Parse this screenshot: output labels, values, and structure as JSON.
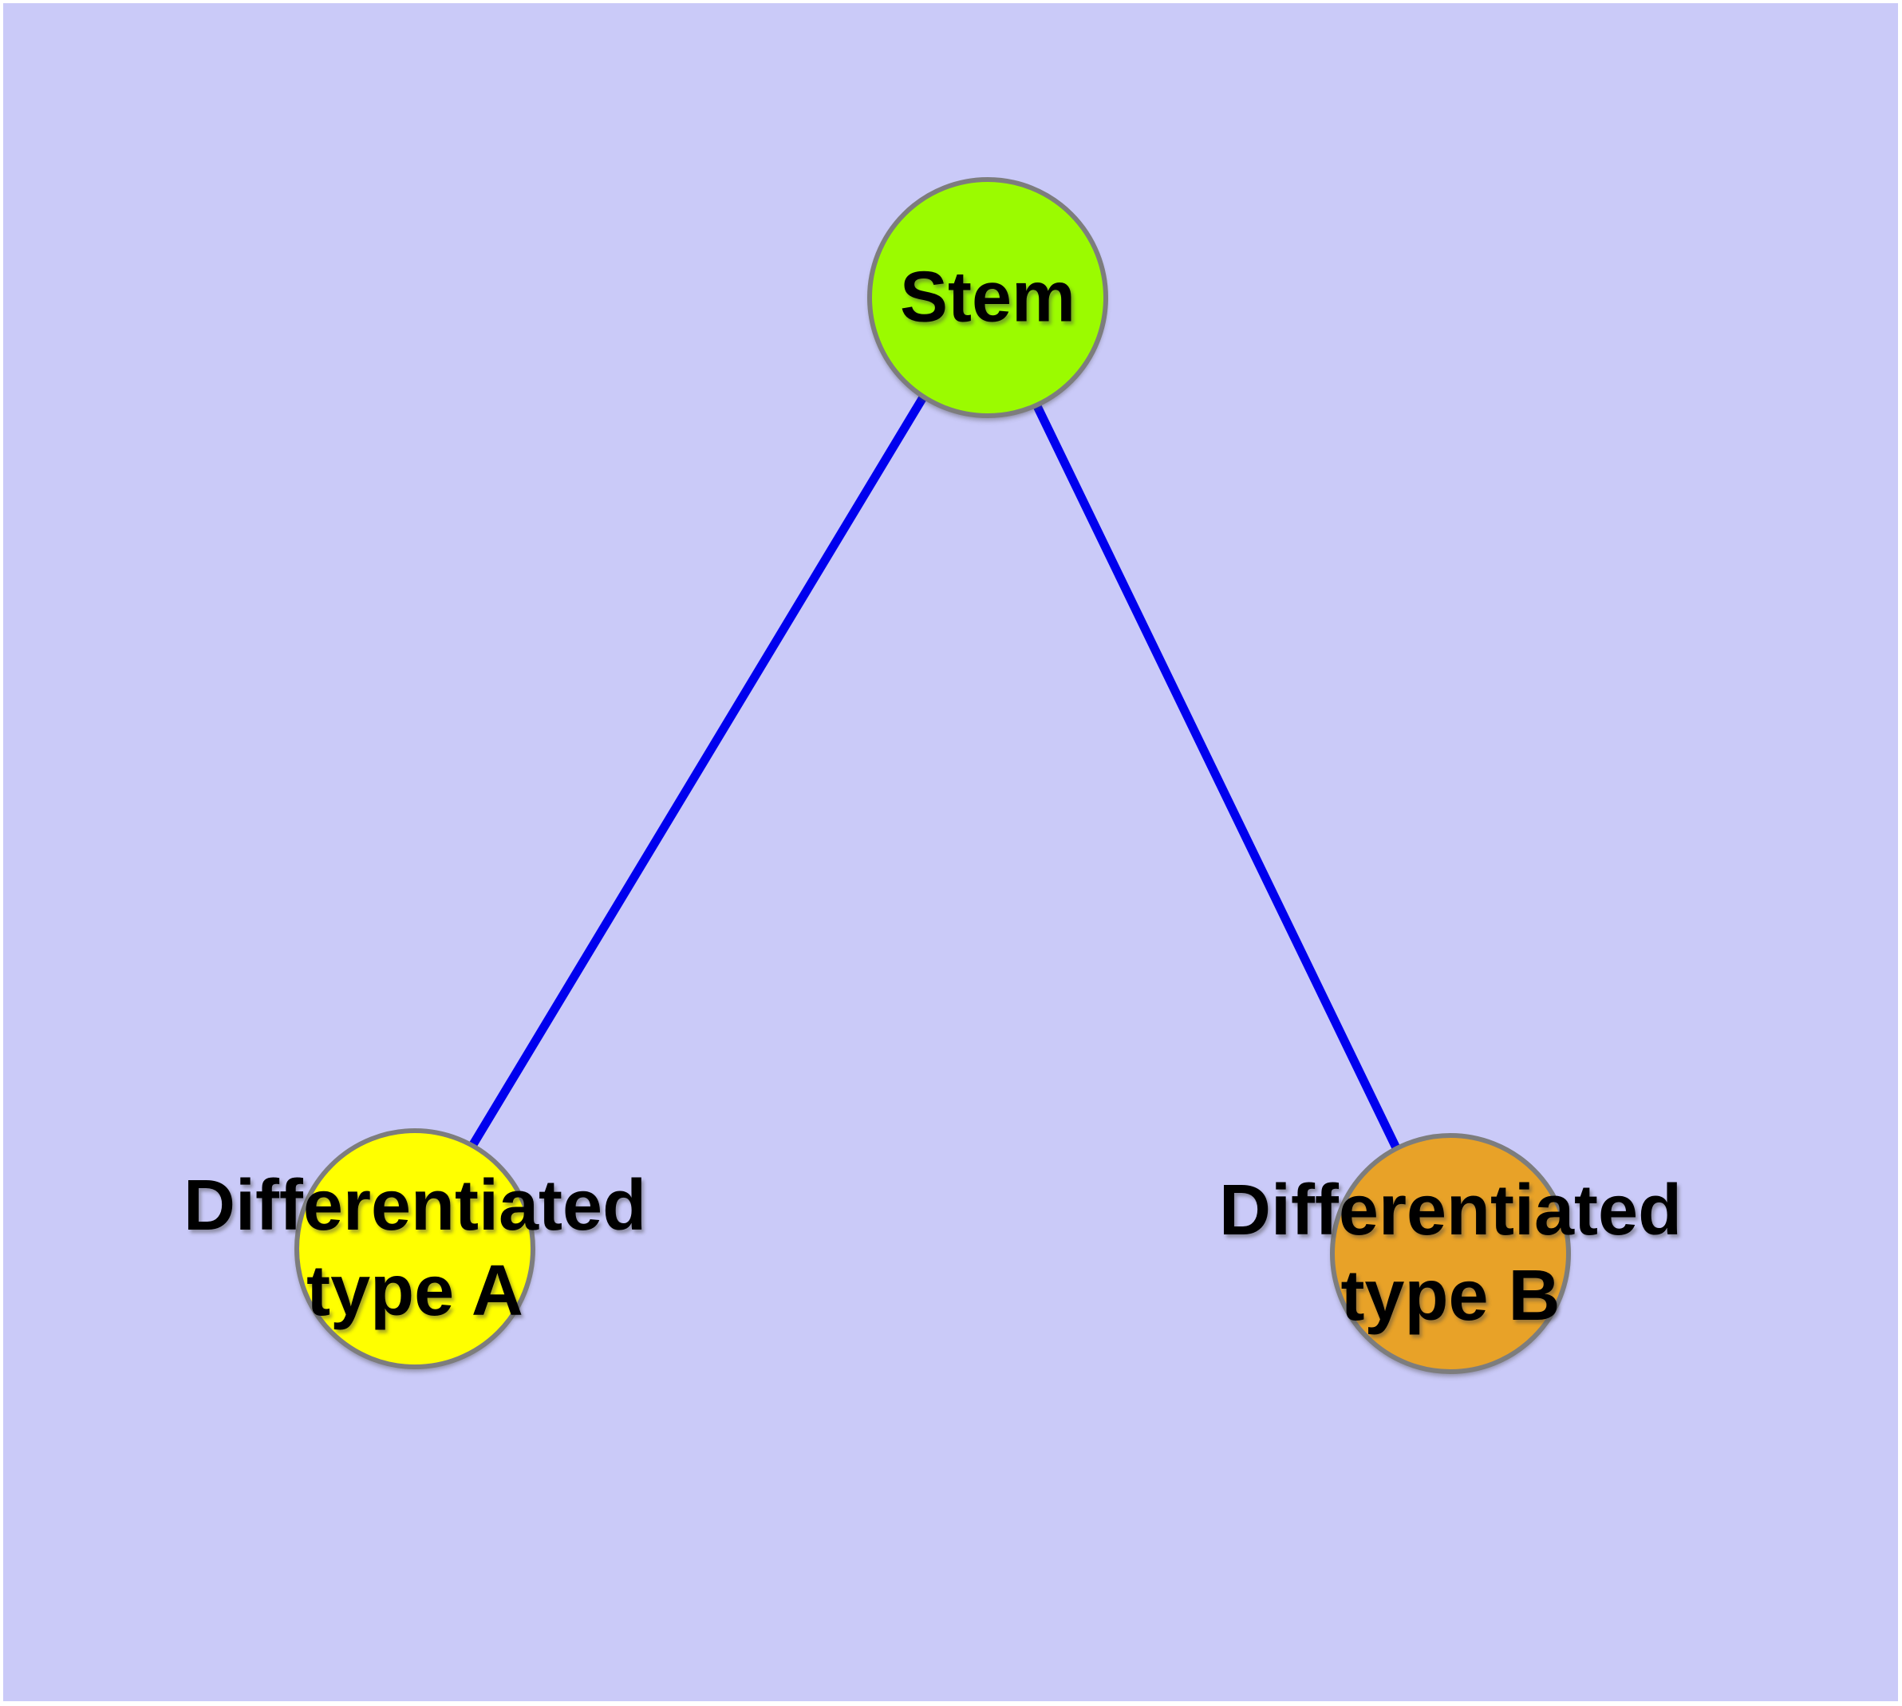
{
  "diagram": {
    "background_color": "#CACAF8",
    "frame_color": "#FFFFFF",
    "edge_color": "#0000EE",
    "node_border_color": "#7D7D7D",
    "label_color": "#000000",
    "nodes": [
      {
        "id": "stem",
        "lines": [
          "Stem"
        ],
        "fill": "#9BFB00"
      },
      {
        "id": "typeA",
        "lines": [
          "Differentiated",
          "type A"
        ],
        "fill": "#FFFF00"
      },
      {
        "id": "typeB",
        "lines": [
          "Differentiated",
          "type B"
        ],
        "fill": "#E8A228"
      }
    ],
    "edges": [
      {
        "from": "stem",
        "to": "typeA"
      },
      {
        "from": "stem",
        "to": "typeB"
      }
    ]
  }
}
